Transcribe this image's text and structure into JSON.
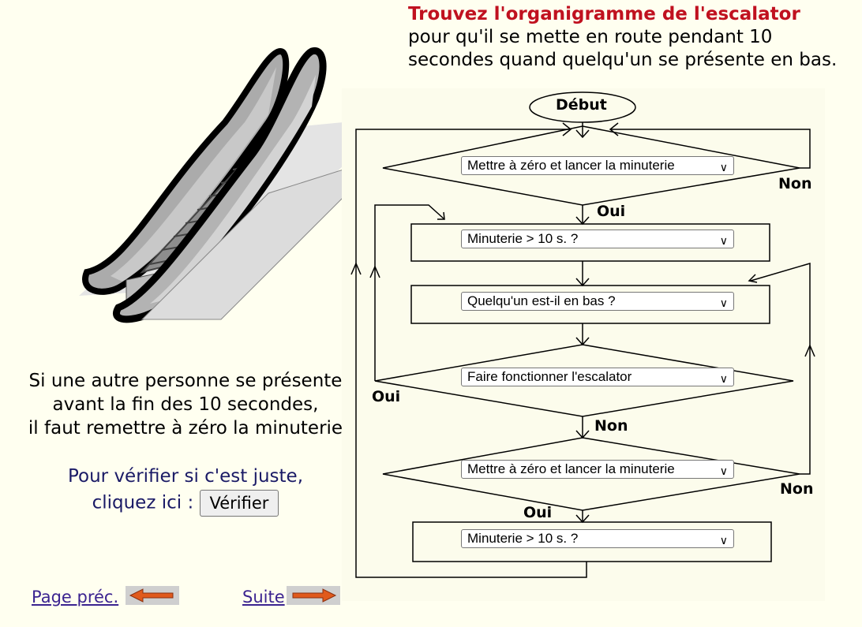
{
  "header": {
    "title": "Trouvez l'organigramme de l'escalator",
    "subtitle_line1": "pour qu'il se mette en route pendant 10",
    "subtitle_line2": "secondes quand quelqu'un se présente en bas."
  },
  "info": {
    "line1": "Si une autre personne se présente",
    "line2": "avant la fin des 10 secondes,",
    "line3": "il faut remettre à zéro la minuterie"
  },
  "verify": {
    "line1": "Pour vérifier si c'est juste,",
    "prompt": "cliquez ici :",
    "button": "Vérifier"
  },
  "flowchart": {
    "start": "Début",
    "step1": "Mettre à zéro et lancer la minuterie",
    "step2": "Minuterie > 10 s. ?",
    "step3": "Quelqu'un est-il en bas ?",
    "step4": "Faire fonctionner l'escalator",
    "step5": "Mettre à zéro et lancer la minuterie",
    "step6": "Minuterie > 10 s. ?",
    "label_non_1": "Non",
    "label_oui_1": "Oui",
    "label_oui_2": "Oui",
    "label_non_2": "Non",
    "label_non_3": "Non",
    "label_oui_3": "Oui"
  },
  "nav": {
    "prev": "Page préc.",
    "next": "Suite"
  },
  "colors": {
    "background": "#fffff0",
    "title_red": "#c0111f",
    "arrow_orange": "#e05a1c",
    "link": "#3b2390"
  },
  "icons": {
    "escalator": "escalator-illustration",
    "prev": "left-arrow-icon",
    "next": "right-arrow-icon",
    "dropdown": "chevron-down-icon"
  }
}
